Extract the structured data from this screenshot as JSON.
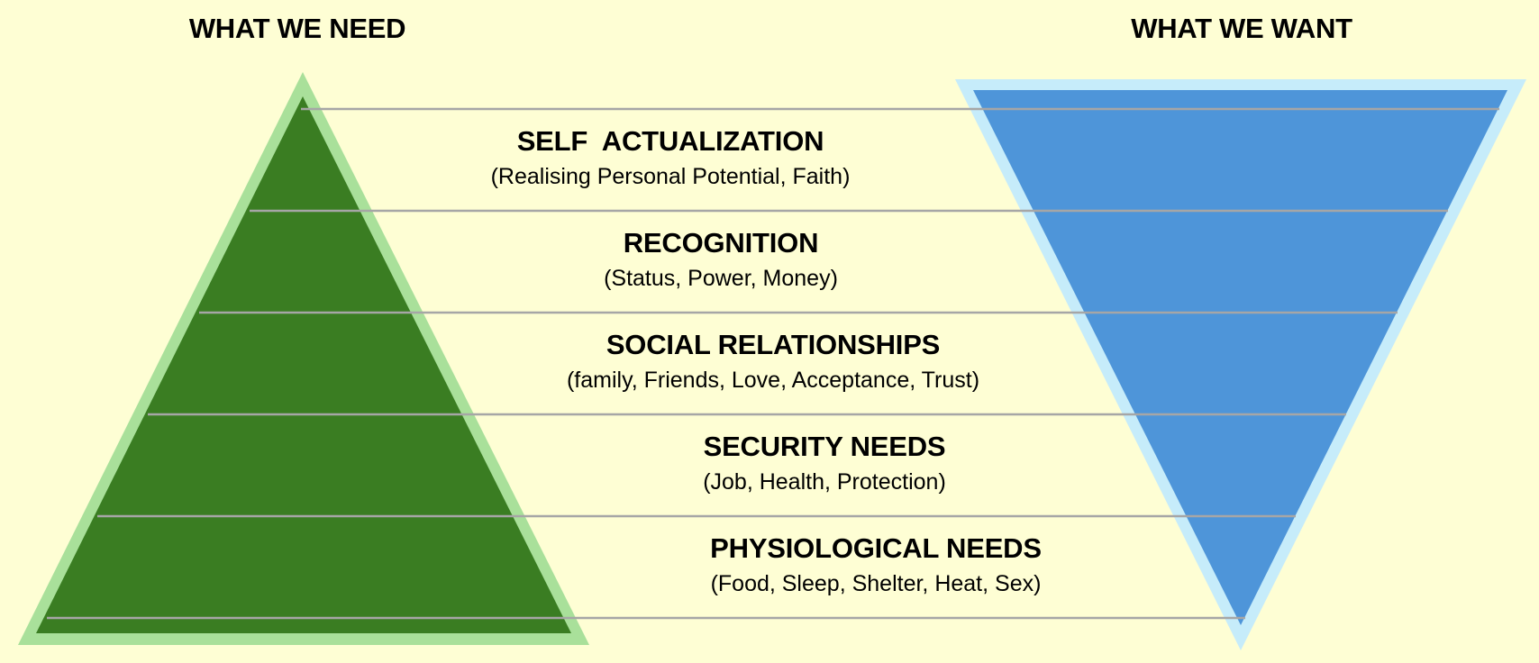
{
  "headings": {
    "left": "WHAT WE NEED",
    "right": "WHAT WE WANT"
  },
  "levels": [
    {
      "title": "SELF  ACTUALIZATION",
      "description": "(Realising Personal Potential, Faith)"
    },
    {
      "title": "RECOGNITION",
      "description": "(Status, Power, Money)"
    },
    {
      "title": "SOCIAL RELATIONSHIPS",
      "description": "(family, Friends, Love, Acceptance, Trust)"
    },
    {
      "title": "SECURITY NEEDS",
      "description": "(Job, Health, Protection)"
    },
    {
      "title": "PHYSIOLOGICAL NEEDS",
      "description": "(Food, Sleep, Shelter, Heat, Sex)"
    }
  ],
  "colors": {
    "background": "#fefed4",
    "need_pyramid_fill": "#3a7d22",
    "need_pyramid_border": "#a9e09a",
    "want_pyramid_fill": "#4e95d9",
    "want_pyramid_border": "#c6ecfa",
    "divider_lines": "#a6a6a6"
  }
}
